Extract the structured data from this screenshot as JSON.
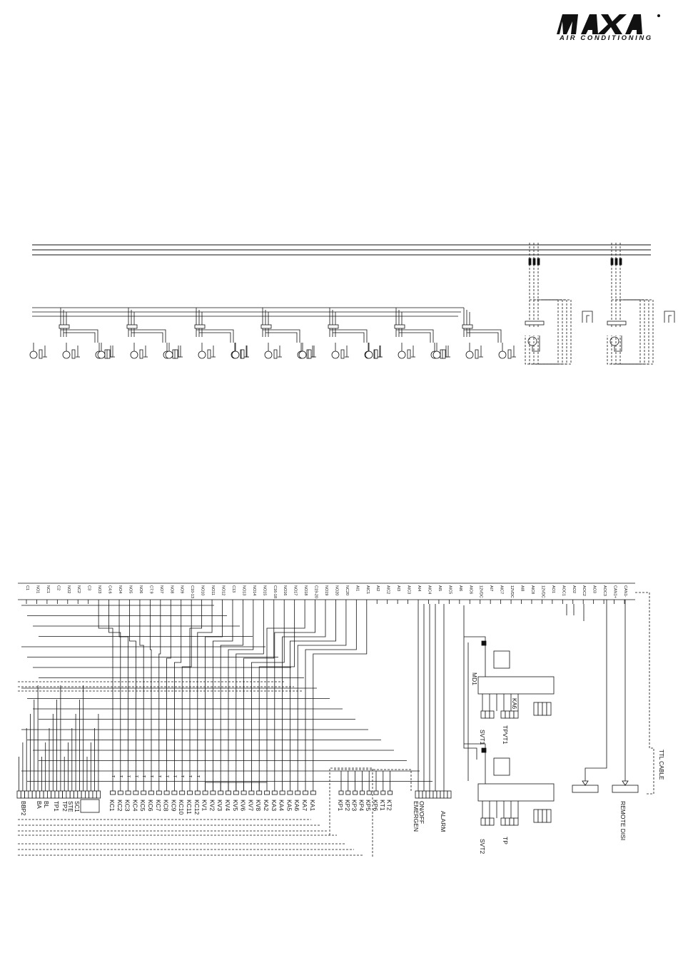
{
  "logo": {
    "brand": "MAXA",
    "tagline": "AIR CONDITIONING"
  },
  "diagram": {
    "terminal_labels": [
      "C1",
      "NO1",
      "NC1",
      "C2",
      "NO2",
      "NC2",
      "C3",
      "NO3",
      "C4.6",
      "NO4",
      "NO5",
      "NO6",
      "C7.9",
      "NO7",
      "NO8",
      "NO9",
      "C10-13",
      "NO10",
      "NO11",
      "NO12",
      "C13",
      "NO13",
      "NO14",
      "NO15",
      "C16-18",
      "NO16",
      "NO17",
      "NO18",
      "C19-20",
      "NO19",
      "NO20",
      "NC20",
      "AI1",
      "AIC1",
      "AI2",
      "AIC2",
      "AI3",
      "AIC3",
      "AI4",
      "AIC4",
      "AI5",
      "AIC5",
      "AI6",
      "AIC6",
      "12VDC",
      "AI7",
      "AIC7",
      "12VDC",
      "AI8",
      "AIC8",
      "12VDC",
      "AO1",
      "AOC1",
      "AO2",
      "AOC2",
      "AO3",
      "AOC3",
      "CAN1+",
      "CAN1-"
    ],
    "coil_labels": [
      "KC1",
      "KC2",
      "KC3",
      "KC4",
      "KC5",
      "KC6",
      "KC7",
      "KC8",
      "KC9",
      "KC10",
      "KC11",
      "KC12",
      "KV1",
      "KV2",
      "KV3",
      "KV4",
      "KV5",
      "KV6",
      "KV7",
      "KV8",
      "KA2",
      "KA3",
      "KA4",
      "KA5",
      "KA6",
      "KA7",
      "KA1"
    ],
    "left_labels": [
      "BBP2",
      "BA",
      "BL",
      "TP1",
      "TP2",
      "STE",
      "SC1"
    ],
    "kp_labels": [
      "KP1",
      "KP2",
      "KP3",
      "KP4",
      "KP5",
      "KP6",
      "KT1",
      "KT2"
    ],
    "control_labels": [
      "ON/OFF",
      "EMERGEN",
      "ALARM"
    ],
    "device_labels": [
      "MD1",
      "KA6",
      "SVT1",
      "TPVT1",
      "SVT2",
      "TP"
    ],
    "right_labels": [
      "REMOTE DISI",
      "TTL CABLE"
    ]
  }
}
